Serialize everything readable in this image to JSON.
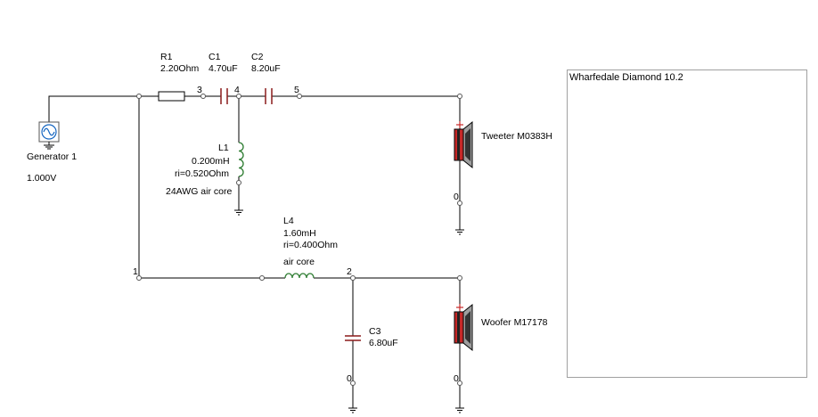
{
  "generator": {
    "name": "Generator 1",
    "voltage": "1.000V"
  },
  "components": {
    "r1": {
      "name": "R1",
      "value": "2.20Ohm"
    },
    "c1": {
      "name": "C1",
      "value": "4.70uF"
    },
    "c2": {
      "name": "C2",
      "value": "8.20uF"
    },
    "l1": {
      "name": "L1",
      "value": "0.200mH",
      "ri": "ri=0.520Ohm",
      "note": "24AWG air core"
    },
    "l4": {
      "name": "L4",
      "value": "1.60mH",
      "ri": "ri=0.400Ohm",
      "note": "air core"
    },
    "c3": {
      "name": "C3",
      "value": "6.80uF"
    }
  },
  "speakers": {
    "tweeter": {
      "name": "Tweeter M0383H",
      "polarity": "+"
    },
    "woofer": {
      "name": "Woofer M17178",
      "polarity": "+"
    }
  },
  "nodes": {
    "n1": "1",
    "n2": "2",
    "n3": "3",
    "n4": "4",
    "n5": "5",
    "n0a": "0",
    "n0b": "0",
    "n0c": "0"
  },
  "panel": {
    "title": "Wharfedale Diamond 10.2"
  },
  "colors": {
    "wire": "#000000",
    "capacitor": "#8b1a1a",
    "inductor": "#2e7d32",
    "speaker_red": "#c62828",
    "generator_blue": "#1565c0"
  }
}
